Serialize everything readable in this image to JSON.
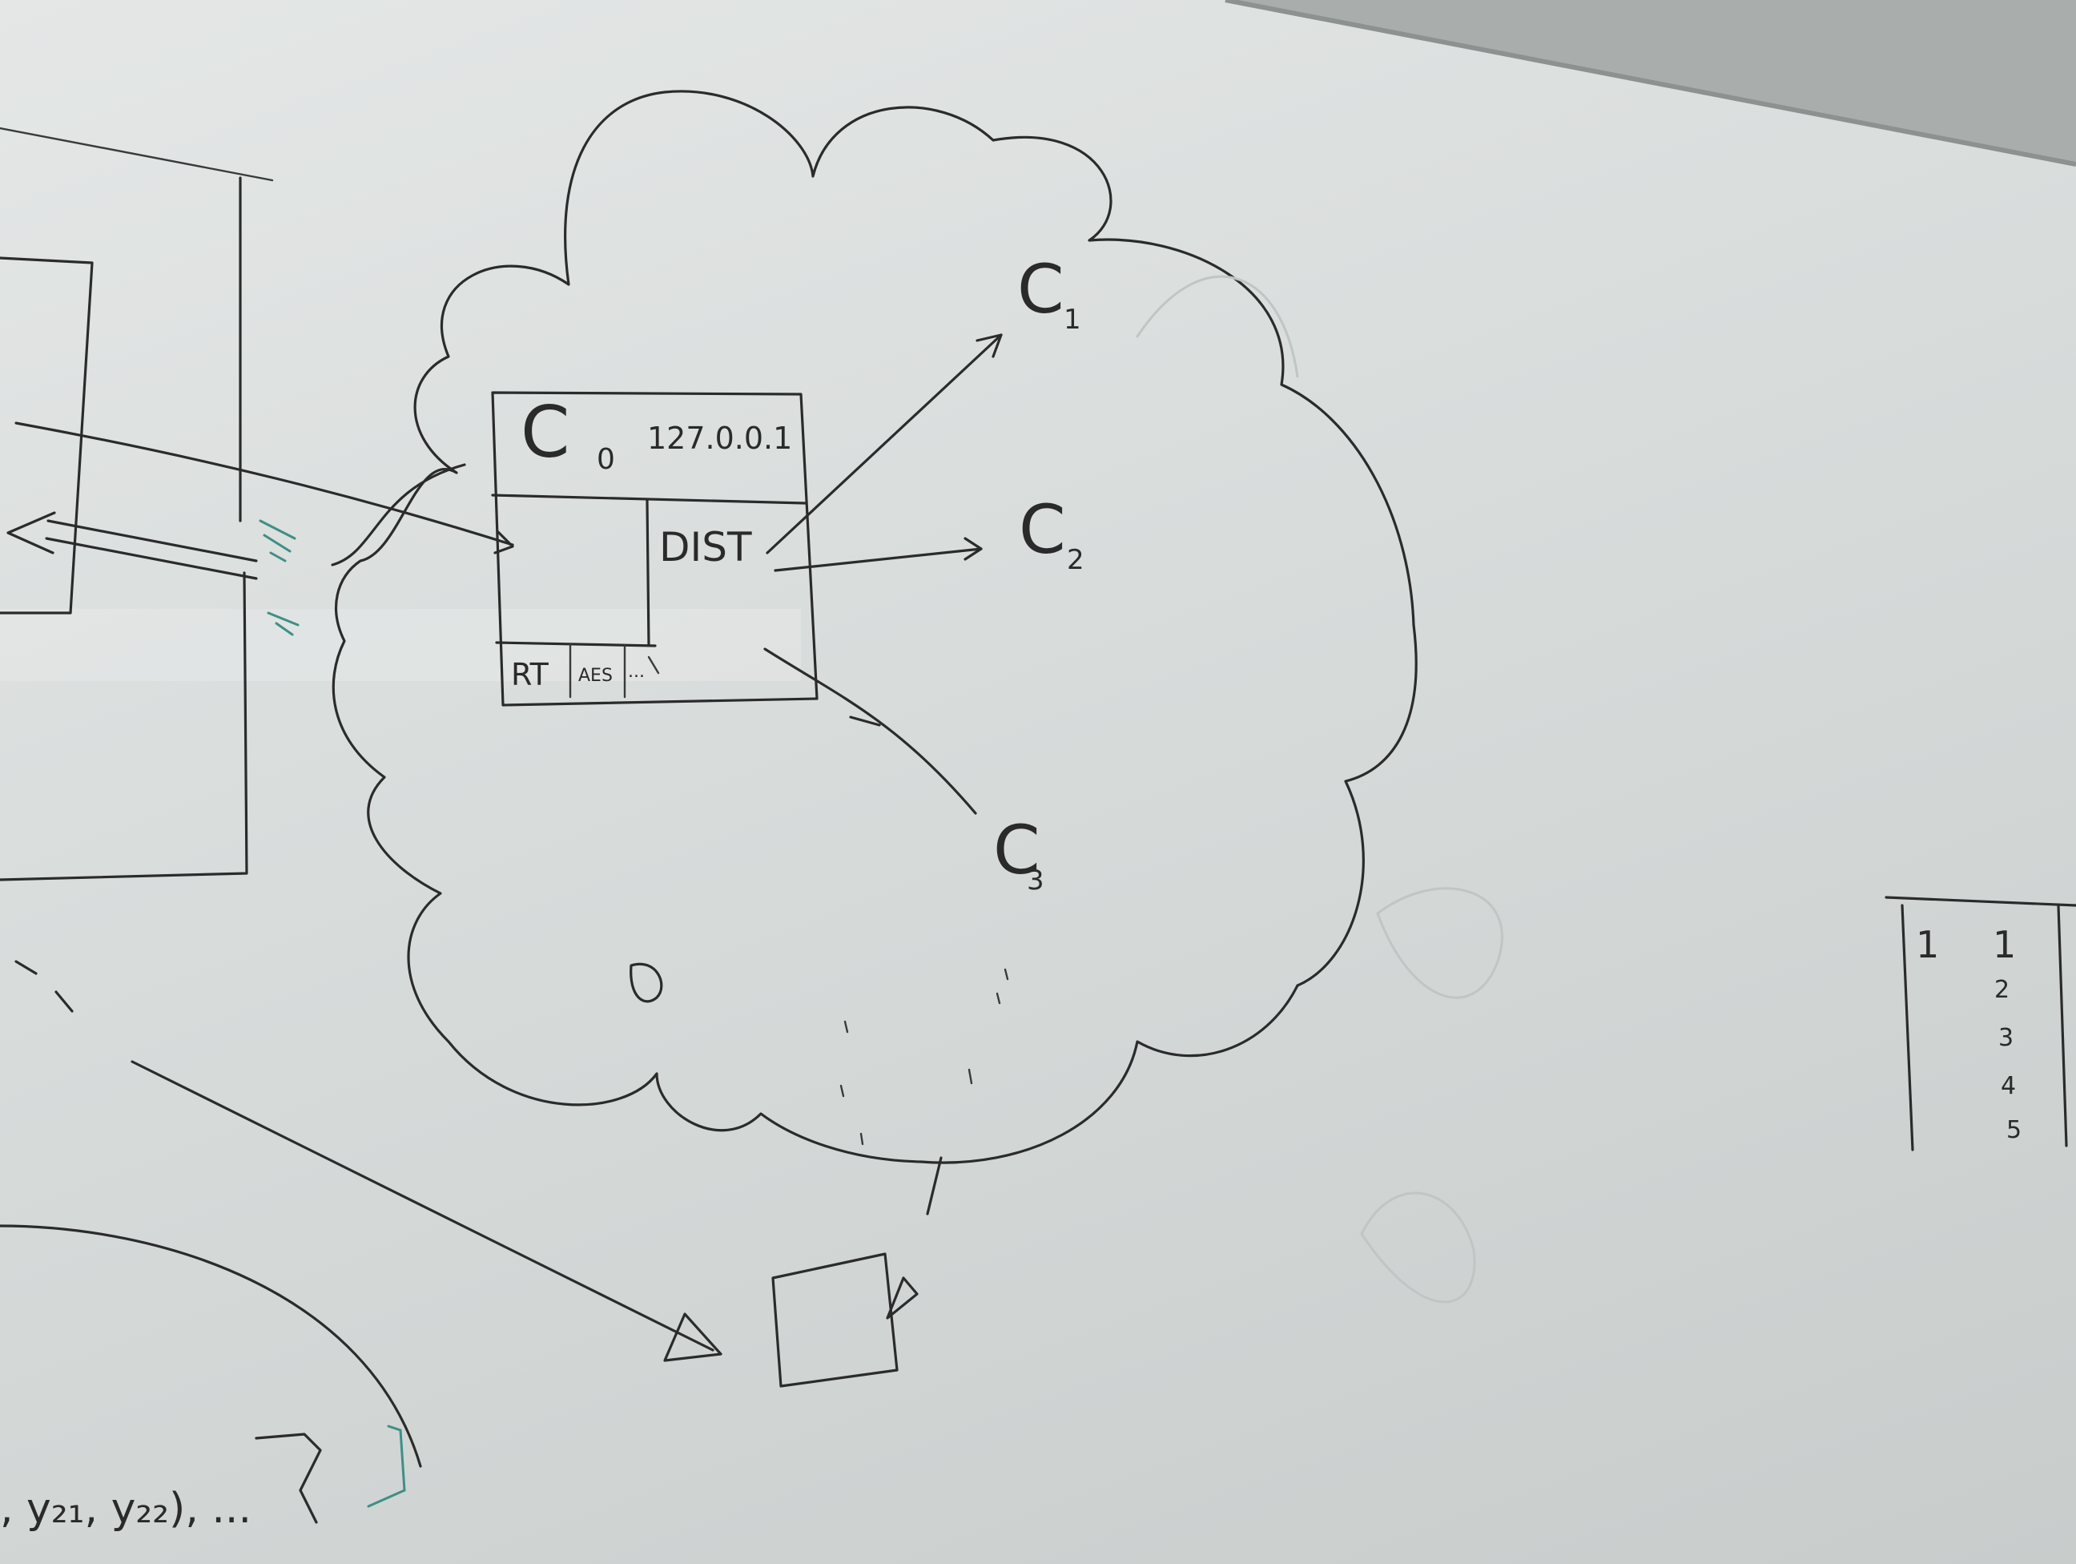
{
  "labels": {
    "c0": "C",
    "c0_sub": "0",
    "ip": "127.0.0.1",
    "dist": "DIST",
    "rt": "RT",
    "aes": "AES",
    "more": "...",
    "c1": "C",
    "c1_sub": "1",
    "c2": "C",
    "c2_sub": "2",
    "c3": "C",
    "c3_sub": "3",
    "bottom_formula": ", y₂₁, y₂₂), ...",
    "right_table": [
      "1",
      "1",
      "2",
      "3",
      "4",
      "5"
    ]
  },
  "colors": {
    "board": "#dadedd",
    "ink": "#2b2b2b",
    "accent_marker": "#3f8f86"
  }
}
